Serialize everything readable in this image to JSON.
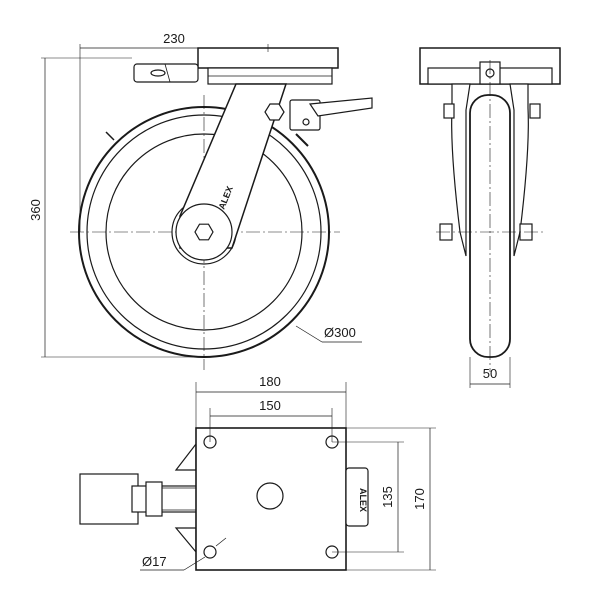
{
  "dimensions": {
    "top_width": "230",
    "overall_height": "360",
    "wheel_diameter": "Ø300",
    "wheel_width": "50",
    "plate_width": "180",
    "hole_spacing_x": "150",
    "hole_spacing_y": "135",
    "plate_length": "170",
    "hole_diameter": "Ø17"
  },
  "labels": {
    "brand": "ALEX"
  },
  "colors": {
    "line": "#1a1a1a",
    "background": "#ffffff"
  }
}
